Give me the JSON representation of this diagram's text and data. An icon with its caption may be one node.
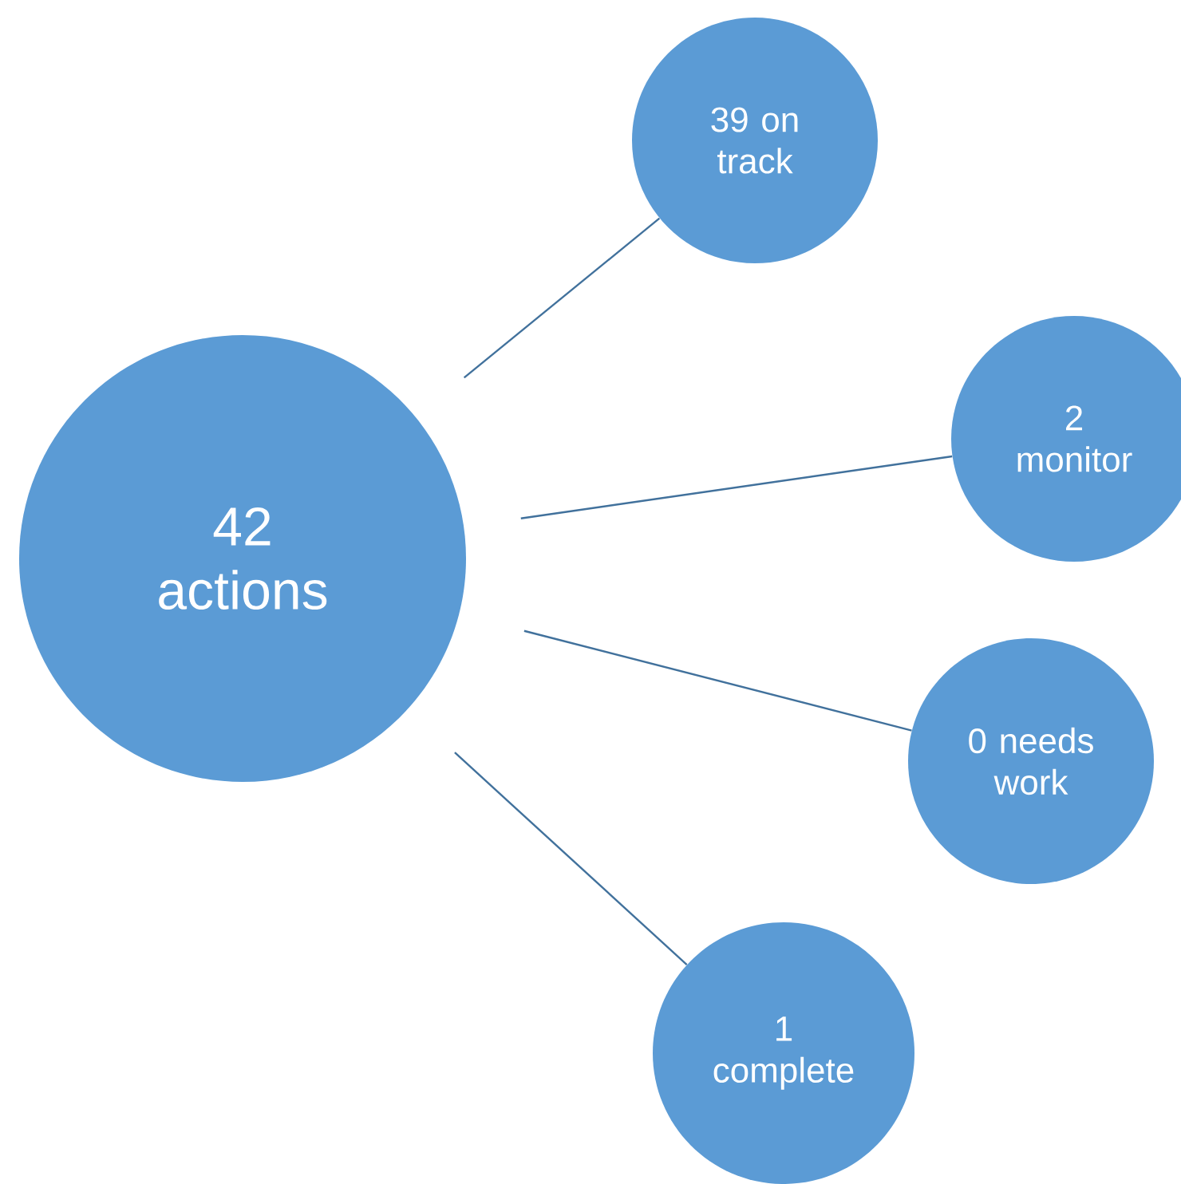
{
  "diagram": {
    "nodes": [
      {
        "text": [
          "42 actions"
        ]
      },
      {
        "text": [
          "39 on track"
        ]
      },
      {
        "text": [
          "2 monitor"
        ]
      },
      {
        "text": [
          "0 needs work"
        ]
      },
      {
        "text": [
          "1 complete"
        ]
      }
    ],
    "edges": [
      {
        "from": 0,
        "to": 1,
        "arrow": "none"
      },
      {
        "from": 0,
        "to": 2,
        "arrow": "none"
      },
      {
        "from": 0,
        "to": 3,
        "arrow": "none"
      },
      {
        "from": 0,
        "to": 4,
        "arrow": "none"
      }
    ]
  }
}
